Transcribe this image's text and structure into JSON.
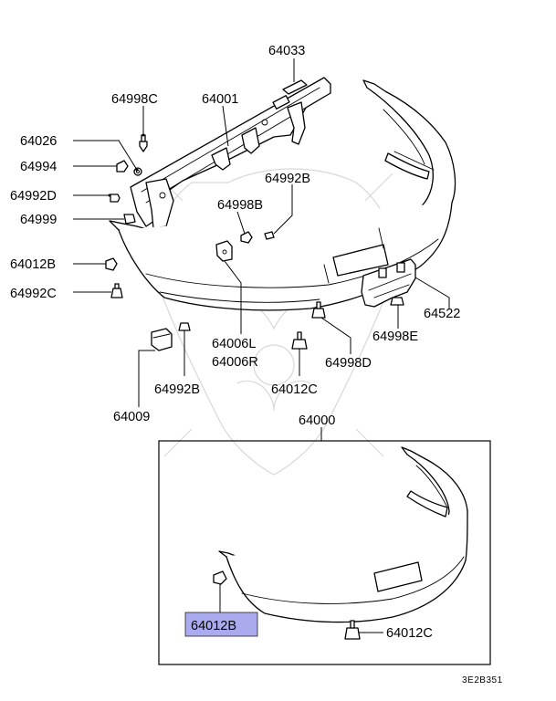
{
  "diagram_code": "3E2B351",
  "highlighted_part": "64012B",
  "callouts": {
    "p64033": "64033",
    "p64998C": "64998C",
    "p64001": "64001",
    "p64026": "64026",
    "p64994": "64994",
    "p64992B_upper": "64992B",
    "p64992D": "64992D",
    "p64998B": "64998B",
    "p64999": "64999",
    "p64012B_left": "64012B",
    "p64992C": "64992C",
    "p64522": "64522",
    "p64998E": "64998E",
    "p64006L": "64006L",
    "p64006R": "64006R",
    "p64998D": "64998D",
    "p64012C_mid": "64012C",
    "p64992B_lower": "64992B",
    "p64009": "64009",
    "p64000": "64000",
    "p64012B_inset": "64012B",
    "p64012C_inset": "64012C"
  },
  "colors": {
    "line": "#000000",
    "highlight": "#aaaaee",
    "watermark": "#d8d8d8"
  }
}
